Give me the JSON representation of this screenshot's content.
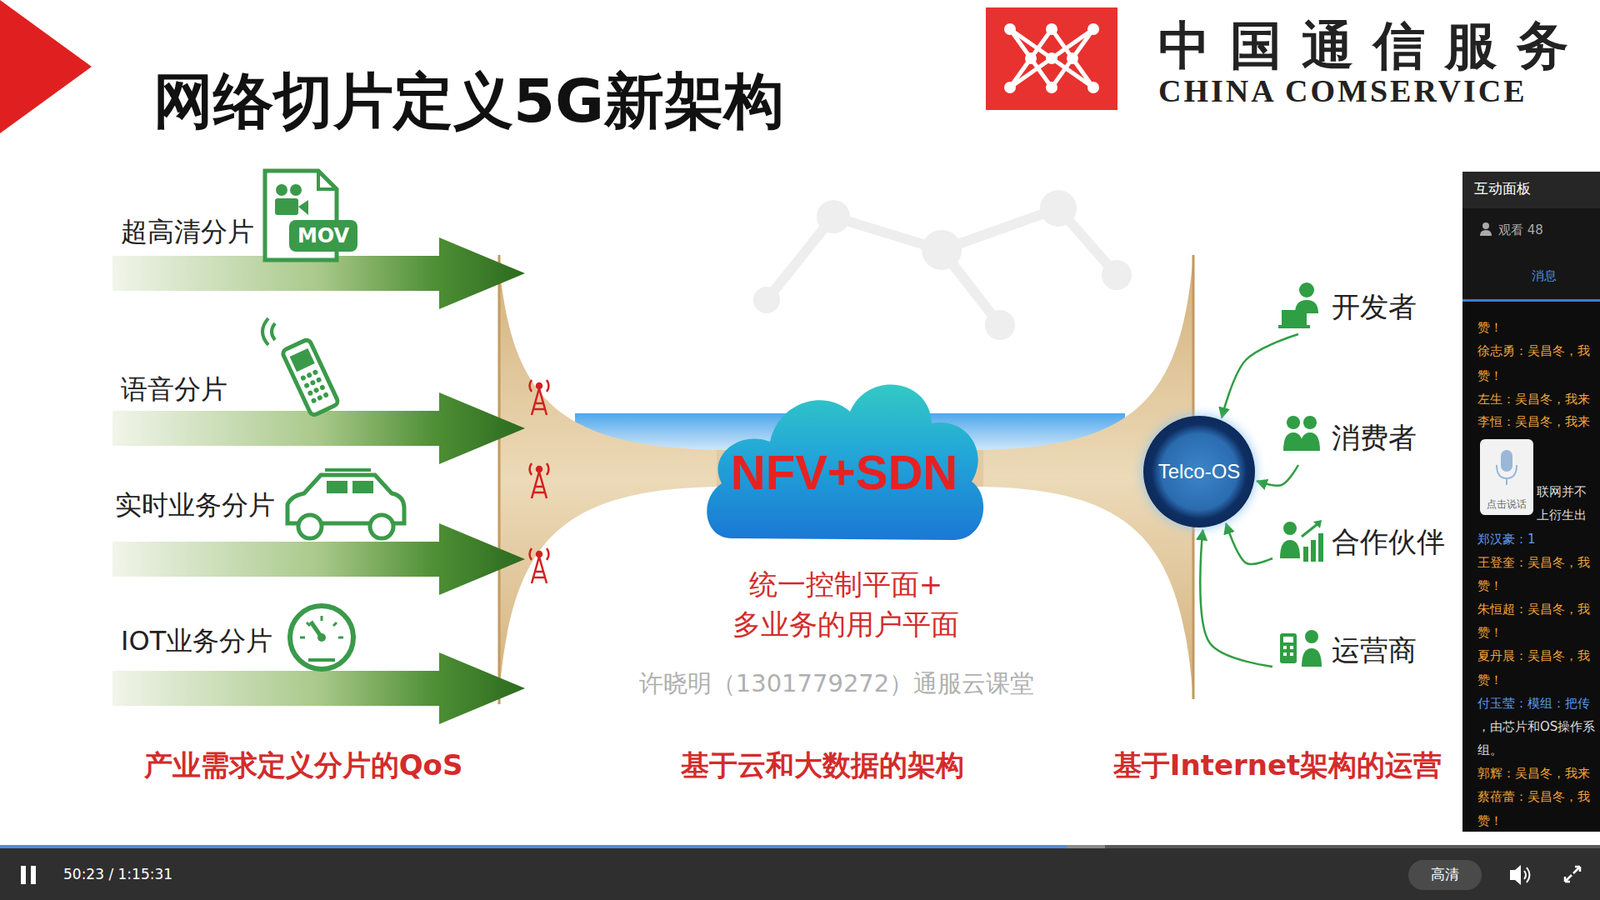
{
  "diagram": {
    "title": "网络切片定义5G新架构",
    "nodes": [
      {
        "text": [
          "NFV+SDN"
        ]
      },
      {
        "text": [
          "Telco-OS"
        ]
      },
      {
        "text": [
          "开发者"
        ]
      },
      {
        "text": [
          "消费者"
        ]
      },
      {
        "text": [
          "合作伙伴"
        ]
      },
      {
        "text": [
          "运营商"
        ]
      }
    ],
    "edges": [
      {
        "from": 2,
        "to": 1,
        "arrow": "to"
      },
      {
        "from": 3,
        "to": 1,
        "arrow": "to"
      },
      {
        "from": 4,
        "to": 1,
        "arrow": "to"
      },
      {
        "from": 5,
        "to": 1,
        "arrow": "to"
      }
    ],
    "labels": [
      "中国通信服务",
      "CHINA COMSERVICE",
      "超高清分片",
      "MOV",
      "语音分片",
      "实时业务分片",
      "IOT业务分片",
      "统一控制平面+ 多业务的用户平面",
      "许晓明（1301779272）通服云课堂",
      "产业需求定义分片的QoS",
      "基于云和大数据的架构",
      "基于Internet架构的运营",
      "互动面板",
      "观看 48",
      "消息",
      "赞！",
      "徐志勇：吴昌冬，我",
      "赞！",
      "左生：吴昌冬，我来",
      "李恒：吴昌冬，我来",
      "联网并不",
      "上衍生出",
      "郑汉豪：1",
      "王登奎：吴昌冬，我",
      "赞！",
      "朱恒超：吴昌冬，我",
      "赞！",
      "夏丹晨：吴昌冬，我",
      "赞！",
      "付玉莹：模组：把传",
      "，由芯片和OS操作系",
      "组。",
      "郭辉：吴昌冬，我来",
      "蔡蓓蕾：吴昌冬，我",
      "赞！",
      "点击说话",
      "50:23 / 1:15:31",
      "高清"
    ]
  }
}
